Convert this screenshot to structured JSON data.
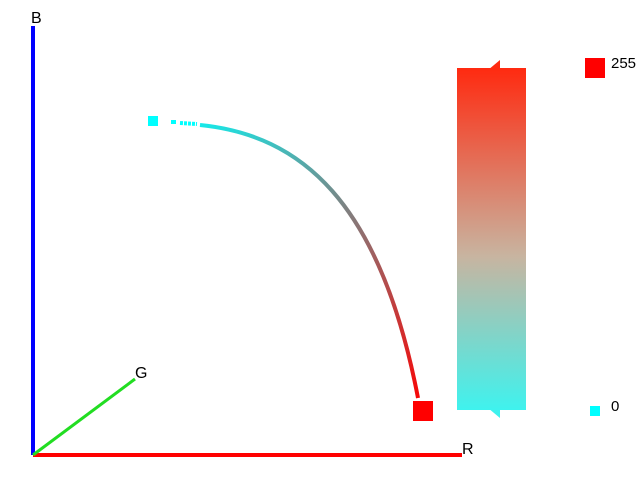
{
  "axes": {
    "b_label": "B",
    "g_label": "G",
    "r_label": "R",
    "b_color": "#0000ff",
    "g_color": "#22dd22",
    "r_color": "#ff0000"
  },
  "legend": {
    "max_label": "255",
    "min_label": "0",
    "max_color": "#ff0000",
    "min_color": "#00ffff"
  },
  "colorbar": {
    "top_color": "#ff2a10",
    "mid_color": "#c8b4a0",
    "bottom_color": "#3ff2ee"
  },
  "curve": {
    "start_color": "#00ffff",
    "end_color": "#ff0000"
  }
}
